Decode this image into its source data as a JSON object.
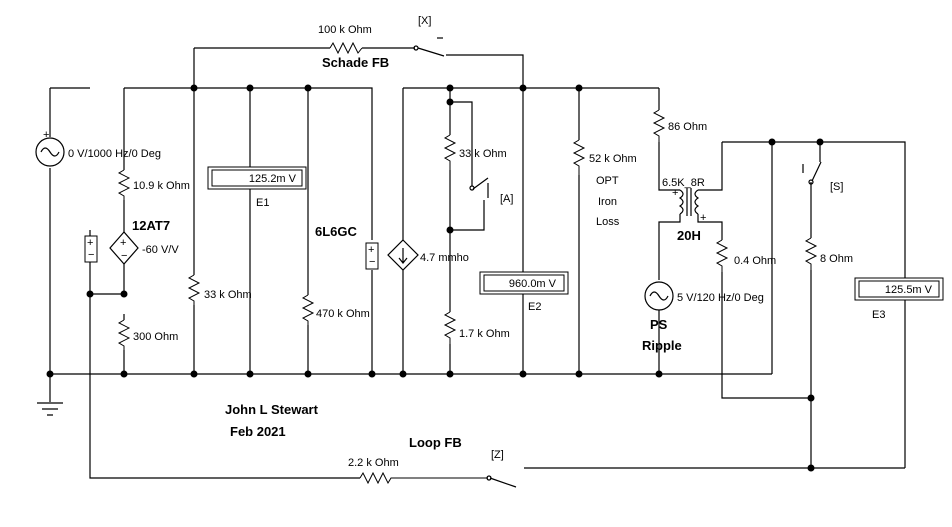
{
  "labels": {
    "sig_source": "0 V/1000 Hz/0 Deg",
    "r_109k": "10.9 k Ohm",
    "tube1": "12AT7",
    "gain1": "-60 V/V",
    "r_300": "300  Ohm",
    "r_33k_a": "33 k Ohm",
    "meter1_val": "125.2m V",
    "meter1_name": "E1",
    "tube2": "6L6GC",
    "r_470k": "470 k Ohm",
    "gm2": "4.7 mmho",
    "r_33k_b": "33 k Ohm",
    "sw_a": "[A]",
    "r_17k": "1.7 k Ohm",
    "meter2_val": "960.0m V",
    "meter2_name": "E2",
    "r_100k": "100 k Ohm",
    "schade_fb": "Schade FB",
    "sw_x": "[X]",
    "r_52k": "52 k Ohm",
    "opt1": "OPT",
    "opt2": "Iron",
    "opt3": "Loss",
    "r_86": "86  Ohm",
    "xfmr_ratio": "6.5K_8R",
    "choke": "20H",
    "r_04": "0.4  Ohm",
    "ripple_src": "5 V/120 Hz/0 Deg",
    "ps1": "PS",
    "ps2": "Ripple",
    "r_8": "8  Ohm",
    "sw_s": "[S]",
    "meter3_val": "125.5m V",
    "meter3_name": "E3",
    "author": "John L Stewart",
    "date": "Feb 2021",
    "loop_fb": "Loop FB",
    "r_22k": "2.2 k Ohm",
    "sw_z": "[Z]"
  }
}
